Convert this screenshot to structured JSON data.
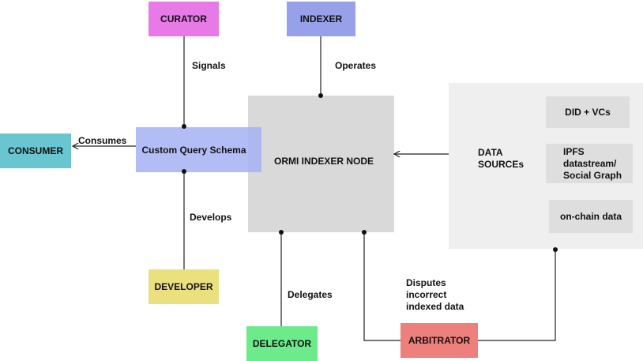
{
  "nodes": {
    "curator": "CURATOR",
    "indexer": "INDEXER",
    "consumer": "CONSUMER",
    "schema": "Custom Query Schema",
    "ormi_node": "ORMI INDEXER NODE",
    "data_sources": "DATA\nSOURCEs",
    "did": "DID + VCs",
    "ipfs": "IPFS\ndatastream/\nSocial Graph",
    "onchain": "on-chain data",
    "developer": "DEVELOPER",
    "delegator": "DELEGATOR",
    "arbitrator": "ARBITRATOR"
  },
  "edges": {
    "signals": "Signals",
    "operates": "Operates",
    "consumes": "Consumes",
    "develops": "Develops",
    "delegates": "Delegates",
    "disputes": "Disputes\nincorrect\nindexed data"
  },
  "colors": {
    "curator": "#e87ae8",
    "indexer": "#97a1ea",
    "consumer": "#69c5cf",
    "schema": "#aeb8f3",
    "ormi_node": "#d9d9d9",
    "data_sources_panel": "#efefef",
    "source_item": "#dedede",
    "developer": "#ebe07e",
    "delegator": "#6cea8c",
    "arbitrator": "#ed7f7c"
  }
}
